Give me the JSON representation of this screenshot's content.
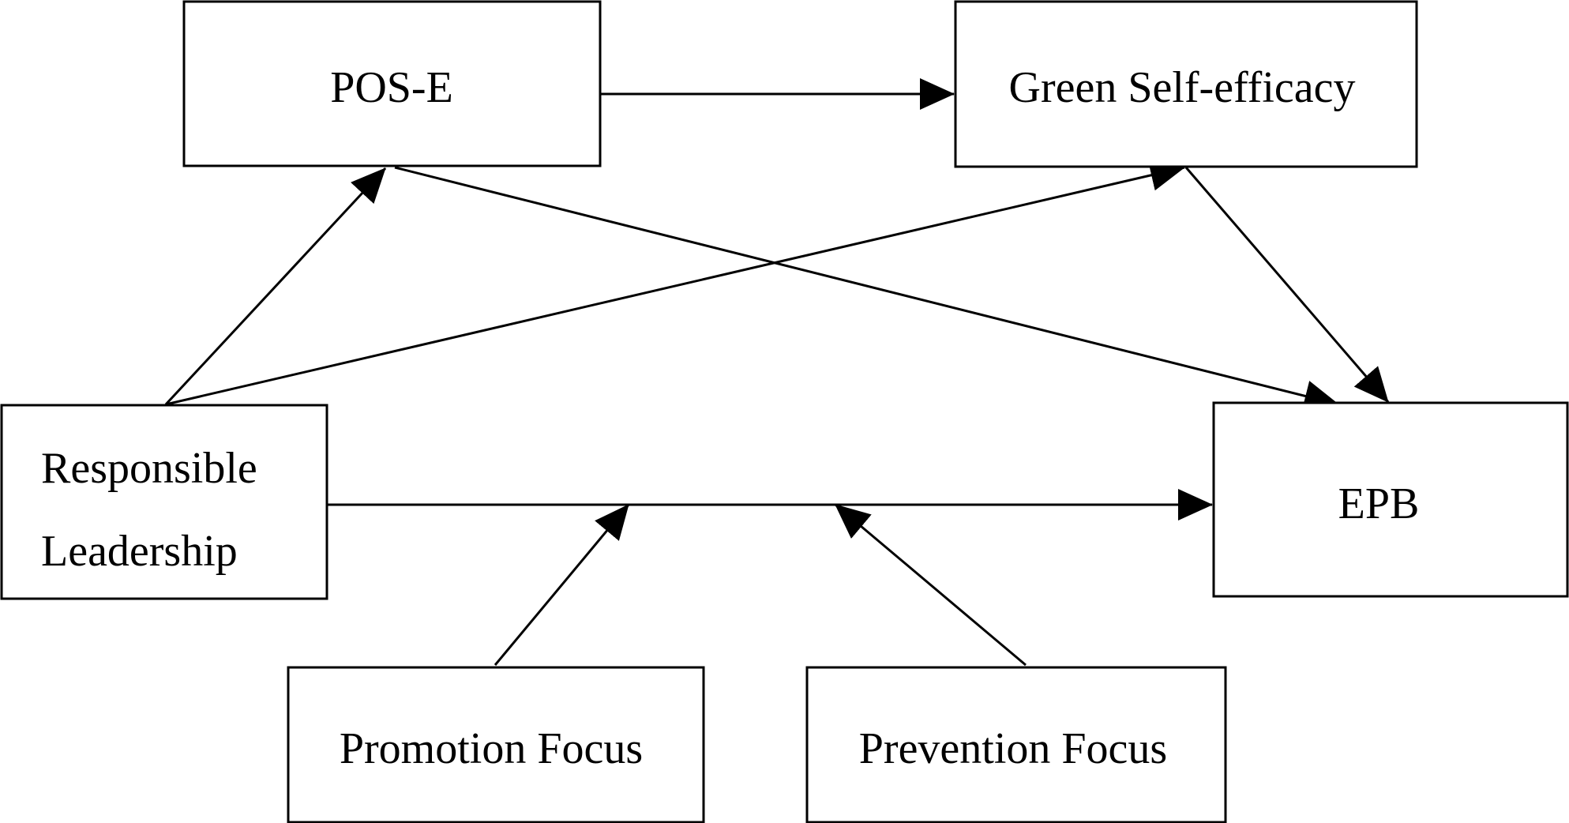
{
  "nodes": {
    "pos_e": {
      "label": "POS-E"
    },
    "green_self_efficacy": {
      "label": "Green Self-efficacy"
    },
    "responsible_leadership": {
      "label_line1": "Responsible",
      "label_line2": "Leadership"
    },
    "epb": {
      "label": "EPB"
    },
    "promotion_focus": {
      "label": "Promotion Focus"
    },
    "prevention_focus": {
      "label": "Prevention Focus"
    }
  },
  "edges": [
    {
      "from": "POS-E",
      "to": "Green Self-efficacy"
    },
    {
      "from": "Responsible Leadership",
      "to": "POS-E"
    },
    {
      "from": "Responsible Leadership",
      "to": "Green Self-efficacy"
    },
    {
      "from": "POS-E",
      "to": "EPB"
    },
    {
      "from": "Green Self-efficacy",
      "to": "EPB"
    },
    {
      "from": "Responsible Leadership",
      "to": "EPB"
    },
    {
      "from": "Promotion Focus",
      "to": "Responsible Leadership → EPB"
    },
    {
      "from": "Prevention Focus",
      "to": "Responsible Leadership → EPB"
    }
  ]
}
